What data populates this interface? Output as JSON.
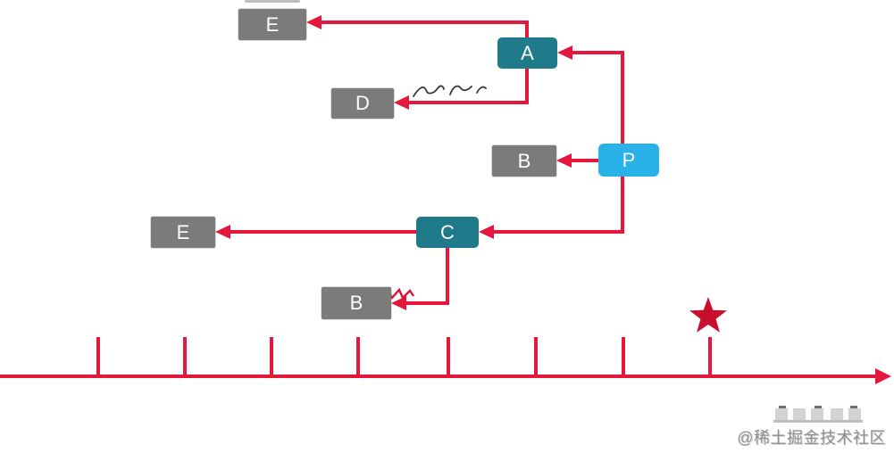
{
  "diagram": {
    "nodes": [
      {
        "id": "E-top",
        "label": "E",
        "color": "gray"
      },
      {
        "id": "A",
        "label": "A",
        "color": "teal"
      },
      {
        "id": "D",
        "label": "D",
        "color": "gray"
      },
      {
        "id": "B-upper",
        "label": "B",
        "color": "gray"
      },
      {
        "id": "P",
        "label": "P",
        "color": "blue"
      },
      {
        "id": "E-middle",
        "label": "E",
        "color": "gray"
      },
      {
        "id": "C",
        "label": "C",
        "color": "teal"
      },
      {
        "id": "B-lower",
        "label": "B",
        "color": "gray"
      }
    ],
    "edges": [
      {
        "from": "A",
        "to": "E-top"
      },
      {
        "from": "A",
        "to": "D"
      },
      {
        "from": "right-rail",
        "to": "A"
      },
      {
        "from": "P",
        "to": "B-upper"
      },
      {
        "from": "right-rail",
        "to": "C"
      },
      {
        "from": "C",
        "to": "E-middle"
      },
      {
        "from": "C",
        "to": "B-lower"
      }
    ],
    "colors": {
      "edge_red": "#e5173d",
      "node_teal": "#1f7a8a",
      "node_blue": "#29b2e8",
      "node_gray": "#7b7b7b",
      "star_red": "#c8102e"
    },
    "timeline": {
      "tick_count": 8,
      "arrow_direction": "right",
      "star_marker_above_tick": 8
    },
    "annotations": [
      {
        "kind": "handwritten-scribble",
        "color": "dark",
        "near": "edge A to D"
      },
      {
        "kind": "handwritten-zigzag",
        "color": "red",
        "near": "edge C to B-lower"
      }
    ]
  },
  "watermark": {
    "text": "@稀土掘金技术社区"
  }
}
